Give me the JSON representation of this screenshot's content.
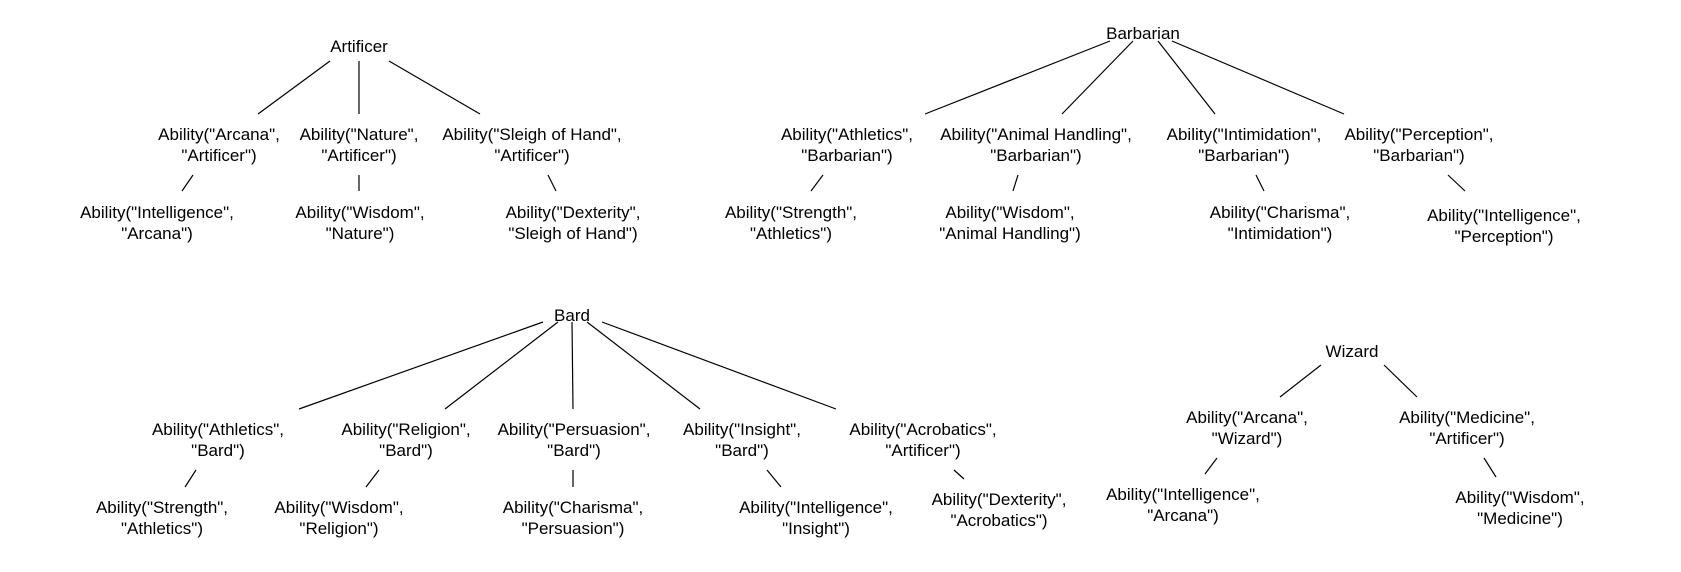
{
  "trees": [
    {
      "root": "Artificer",
      "children": [
        {
          "lines": [
            "Ability(\"Arcana\",",
            "\"Artificer\")"
          ],
          "child": [
            "Ability(\"Intelligence\",",
            "\"Arcana\")"
          ]
        },
        {
          "lines": [
            "Ability(\"Nature\",",
            "\"Artificer\")"
          ],
          "child": [
            "Ability(\"Wisdom\",",
            "\"Nature\")"
          ]
        },
        {
          "lines": [
            "Ability(\"Sleigh of Hand\",",
            "\"Artificer\")"
          ],
          "child": [
            "Ability(\"Dexterity\",",
            "\"Sleigh of Hand\")"
          ]
        }
      ]
    },
    {
      "root": "Barbarian",
      "children": [
        {
          "lines": [
            "Ability(\"Athletics\",",
            "\"Barbarian\")"
          ],
          "child": [
            "Ability(\"Strength\",",
            "\"Athletics\")"
          ]
        },
        {
          "lines": [
            "Ability(\"Animal Handling\",",
            "\"Barbarian\")"
          ],
          "child": [
            "Ability(\"Wisdom\",",
            "\"Animal Handling\")"
          ]
        },
        {
          "lines": [
            "Ability(\"Intimidation\",",
            "\"Barbarian\")"
          ],
          "child": [
            "Ability(\"Charisma\",",
            "\"Intimidation\")"
          ]
        },
        {
          "lines": [
            "Ability(\"Perception\",",
            "\"Barbarian\")"
          ],
          "child": [
            "Ability(\"Intelligence\",",
            "\"Perception\")"
          ]
        }
      ]
    },
    {
      "root": "Bard",
      "children": [
        {
          "lines": [
            "Ability(\"Athletics\",",
            "\"Bard\")"
          ],
          "child": [
            "Ability(\"Strength\",",
            "\"Athletics\")"
          ]
        },
        {
          "lines": [
            "Ability(\"Religion\",",
            "\"Bard\")"
          ],
          "child": [
            "Ability(\"Wisdom\",",
            "\"Religion\")"
          ]
        },
        {
          "lines": [
            "Ability(\"Persuasion\",",
            "\"Bard\")"
          ],
          "child": [
            "Ability(\"Charisma\",",
            "\"Persuasion\")"
          ]
        },
        {
          "lines": [
            "Ability(\"Insight\",",
            "\"Bard\")"
          ],
          "child": [
            "Ability(\"Intelligence\",",
            "\"Insight\")"
          ]
        },
        {
          "lines": [
            "Ability(\"Acrobatics\",",
            "\"Artificer\")"
          ],
          "child": [
            "Ability(\"Dexterity\",",
            "\"Acrobatics\")"
          ]
        }
      ]
    },
    {
      "root": "Wizard",
      "children": [
        {
          "lines": [
            "Ability(\"Arcana\",",
            "\"Wizard\")"
          ],
          "child": [
            "Ability(\"Intelligence\",",
            "\"Arcana\")"
          ]
        },
        {
          "lines": [
            "Ability(\"Medicine\",",
            "\"Artificer\")"
          ],
          "child": [
            "Ability(\"Wisdom\",",
            "\"Medicine\")"
          ]
        }
      ]
    }
  ]
}
